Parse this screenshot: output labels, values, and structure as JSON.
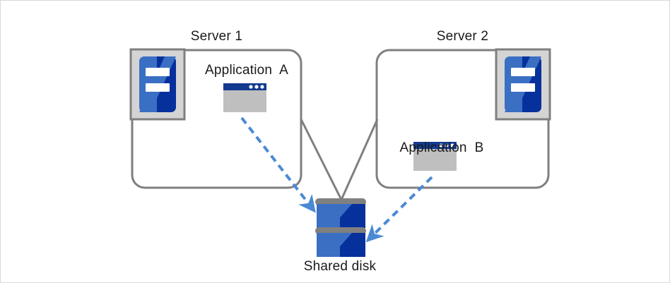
{
  "diagram": {
    "title": "Shared disk cluster topology",
    "colors": {
      "box_stroke": "#7f7f7f",
      "icon_frame": "#7f7f7f",
      "icon_backdrop": "#d4d4d4",
      "blue_light": "#3a6fc4",
      "blue_dark": "#06309c",
      "window_titlebar": "#123a8f",
      "window_body": "#bfbfbf",
      "arrow_blue": "#4a8ad4",
      "disk_bar_gray": "#808080",
      "text": "#1a1a1a",
      "page_border": "#d9d9d9"
    },
    "nodes": {
      "server1": {
        "title": "Server 1",
        "icon_name": "server-icon",
        "app": {
          "label": "Application  A",
          "icon_name": "application-window-icon",
          "titlebar_dots": 3
        }
      },
      "server2": {
        "title": "Server 2",
        "icon_name": "server-icon",
        "app": {
          "label": "Application  B",
          "icon_name": "application-window-icon",
          "titlebar_dots": 3
        }
      },
      "shared_disk": {
        "label": "Shared disk",
        "icon_name": "disk-stack-icon",
        "platters": 2
      }
    },
    "connectors": [
      {
        "name": "server1-to-disk-link",
        "style": "solid",
        "color": "#7f7f7f"
      },
      {
        "name": "server2-to-disk-link",
        "style": "solid",
        "color": "#7f7f7f"
      },
      {
        "name": "app-a-to-disk-access",
        "style": "dashed",
        "color": "#4a8ad4",
        "arrow": true
      },
      {
        "name": "app-b-to-disk-access",
        "style": "dashed",
        "color": "#4a8ad4",
        "arrow": true
      }
    ]
  }
}
